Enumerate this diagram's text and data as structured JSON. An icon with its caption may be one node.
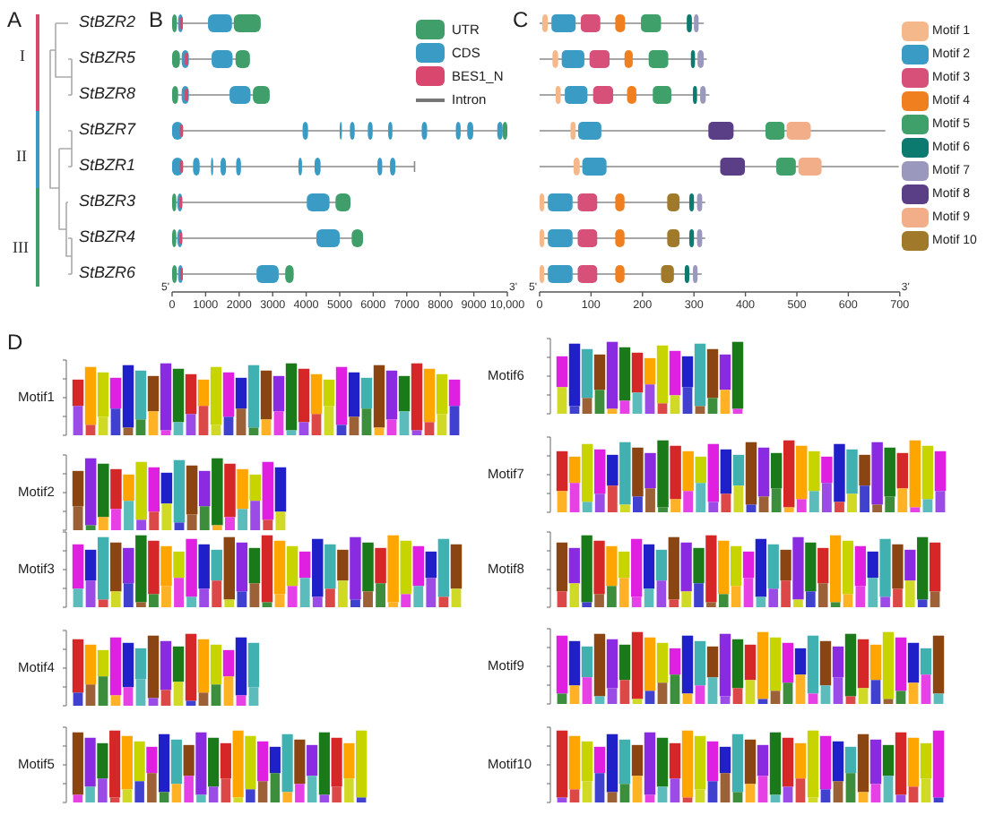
{
  "diagram": {
    "labels": [
      "A",
      "I",
      "II",
      "III",
      "StBZR2",
      "StBZR5",
      "StBZR8",
      "StBZR7",
      "StBZR1",
      "StBZR3",
      "StBZR4",
      "StBZR6",
      "B",
      "5'",
      "0",
      "1000",
      "2000",
      "3000",
      "4000",
      "5000",
      "6000",
      "7000",
      "8000",
      "9000",
      "10,000",
      "3'",
      "C",
      "5'",
      "0",
      "100",
      "200",
      "300",
      "400",
      "500",
      "600",
      "700",
      "3'",
      "D",
      "Motif1",
      "Motif6",
      "Motif2",
      "Motif7",
      "Motif3",
      "Motif8",
      "Motif4",
      "Motif9",
      "Motif5",
      "Motif10"
    ],
    "legend": [
      {
        "text": "UTR",
        "color": "#3f9e6a"
      },
      {
        "text": "CDS",
        "color": "#3a9bc4"
      },
      {
        "text": "BES1_N",
        "color": "#d9466e"
      },
      {
        "text": "Intron"
      },
      {
        "text": "Motif 1",
        "color": "#f5b88a"
      },
      {
        "text": "Motif 2",
        "color": "#3a9bc4"
      },
      {
        "text": "Motif 3",
        "color": "#d6507a"
      },
      {
        "text": "Motif 4",
        "color": "#f07f1f"
      },
      {
        "text": "Motif 5",
        "color": "#3fa06a"
      },
      {
        "text": "Motif 6",
        "color": "#0d7a70"
      },
      {
        "text": "Motif 7",
        "color": "#9a98bc"
      },
      {
        "text": "Motif 8",
        "color": "#5a3e86"
      },
      {
        "text": "Motif 9",
        "color": "#f2ae88"
      },
      {
        "text": "Motif 10",
        "color": "#a07a2a"
      }
    ]
  }
}
